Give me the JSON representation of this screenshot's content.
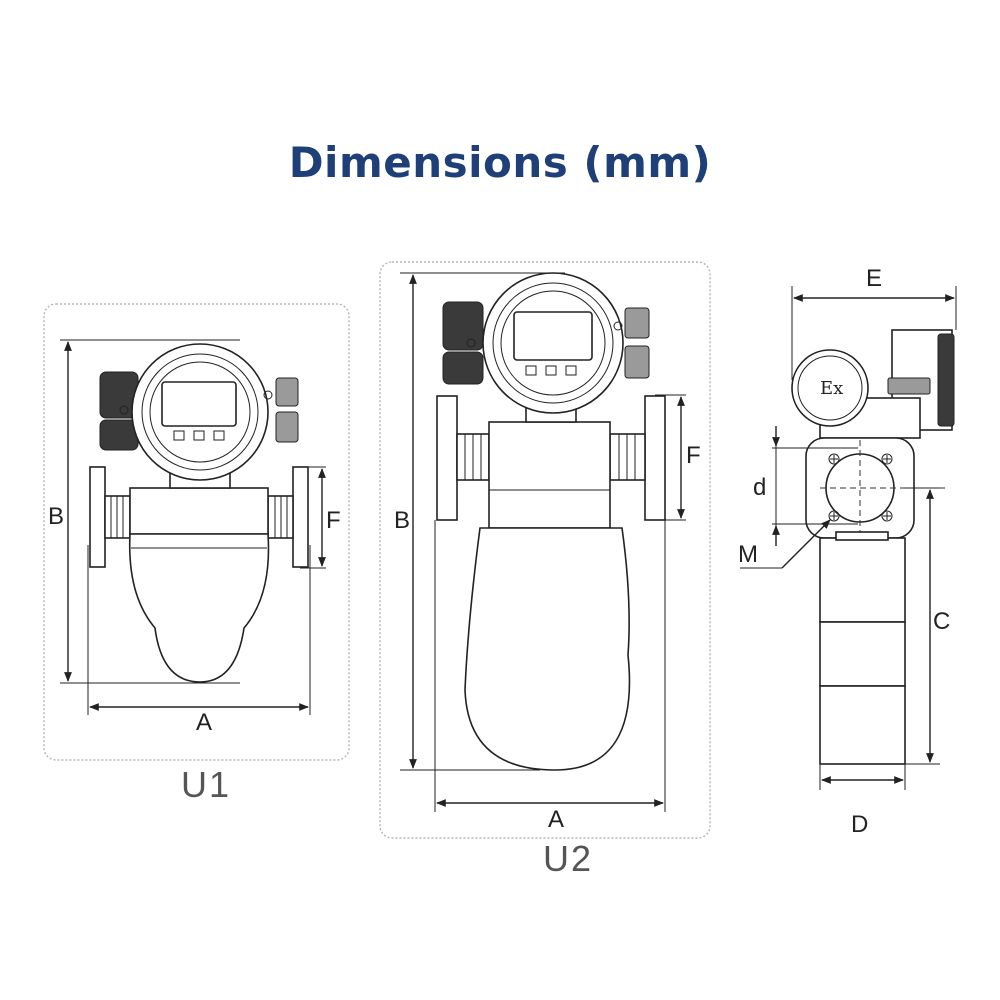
{
  "title": "Dimensions (mm)",
  "colors": {
    "title": "#1f3f78",
    "line": "#222222",
    "frame": "#b5b5b5",
    "caption": "#555555"
  },
  "views": {
    "u1": {
      "caption": "U1",
      "dims": {
        "a": "A",
        "b": "B",
        "f": "F"
      }
    },
    "u2": {
      "caption": "U2",
      "dims": {
        "a": "A",
        "b": "B",
        "f": "F"
      }
    },
    "side": {
      "badge": "Ex",
      "dims": {
        "e": "E",
        "d_small": "d",
        "m": "M",
        "c": "C",
        "d": "D"
      }
    }
  }
}
